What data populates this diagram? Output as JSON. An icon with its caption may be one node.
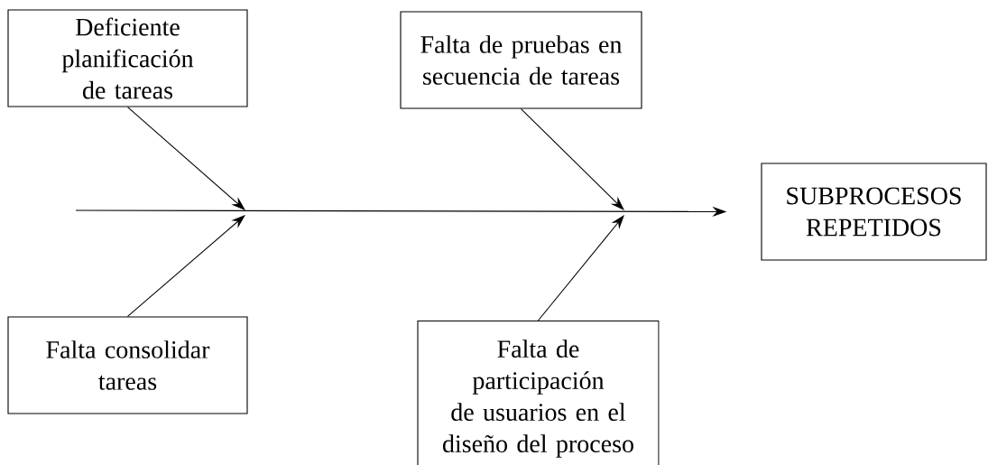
{
  "diagram": {
    "nodes": [
      {
        "text": [
          "Deficiente planificación de tareas"
        ]
      },
      {
        "text": [
          "Falta de pruebas en secuencia de tareas"
        ]
      },
      {
        "text": [
          "SUBPROCESOS REPETIDOS"
        ]
      },
      {
        "text": [
          "Falta consolidar tareas"
        ]
      },
      {
        "text": [
          "Falta de participación de usuarios en el diseño del proceso"
        ]
      }
    ],
    "edges": [
      {
        "from": 0,
        "to": null,
        "arrow": "to"
      },
      {
        "from": 3,
        "to": null,
        "arrow": "to"
      },
      {
        "from": 1,
        "to": null,
        "arrow": "to"
      },
      {
        "from": 4,
        "to": null,
        "arrow": "to"
      },
      {
        "from": null,
        "to": 2,
        "arrow": "to"
      }
    ]
  }
}
